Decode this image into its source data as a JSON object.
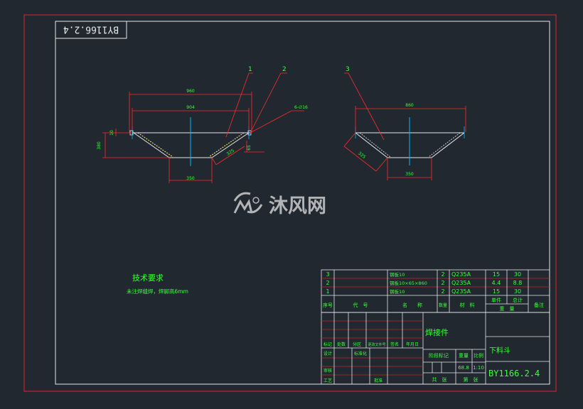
{
  "drawing": {
    "title_block_code": "BY1166.2.4",
    "code_flipped": "BY1166.2.4",
    "watermark": "沐风网",
    "tech_requirements_title": "技术要求",
    "tech_requirements_text": "未注焊缝焊，焊脚高6mm"
  },
  "left_view": {
    "callouts": [
      "1",
      "2"
    ],
    "dims": {
      "top_outer": "960",
      "top_inner": "904",
      "bottom": "350",
      "height": "380",
      "slope": "325",
      "thickness_left": "10",
      "thickness_right": "6-∅16",
      "small_right": "65"
    }
  },
  "right_view": {
    "callouts": [
      "3"
    ],
    "dims": {
      "top": "860",
      "bottom": "350",
      "slope": "325"
    }
  },
  "parts_table": {
    "rows": [
      {
        "seq": "3",
        "code": "",
        "name": "钢板10",
        "qty": "2",
        "material": "Q235A",
        "unit_w": "15",
        "total_w": "30",
        "note": ""
      },
      {
        "seq": "2",
        "code": "",
        "name": "钢板10×65×860",
        "qty": "2",
        "material": "Q235A",
        "unit_w": "4.4",
        "total_w": "8.8",
        "note": ""
      },
      {
        "seq": "1",
        "code": "",
        "name": "钢板10",
        "qty": "2",
        "material": "Q235A",
        "unit_w": "15",
        "total_w": "30",
        "note": ""
      }
    ],
    "headers": {
      "seq": "序号",
      "code": "代　号",
      "name": "名　　称",
      "qty": "数量",
      "material": "材　料",
      "unit": "单件",
      "total": "总计",
      "weight": "重　量",
      "note": "备注"
    }
  },
  "title_block": {
    "material_name": "焊接件",
    "part_name": "下料斗",
    "code": "BY1166.2.4",
    "stage_mark_label": "阶段标记",
    "weight_label": "重量",
    "scale_label": "比例",
    "weight": "68.8",
    "scale": "1:10",
    "sheets_total": "共　张",
    "sheet_no": "第　张",
    "rev_headers": [
      "标记",
      "处数",
      "分区",
      "更改文件号",
      "签名",
      "年月日"
    ],
    "roles": [
      "设计",
      "审核",
      "工艺"
    ],
    "std": "标准化",
    "approve": "批准"
  },
  "colors": {
    "background": "#212830",
    "frame": "#ffffff",
    "outer_frame": "#c0272d",
    "dim": "#ff2a2a",
    "text": "#39ff39",
    "center": "#00b8ff",
    "yellow": "#ffff40"
  }
}
